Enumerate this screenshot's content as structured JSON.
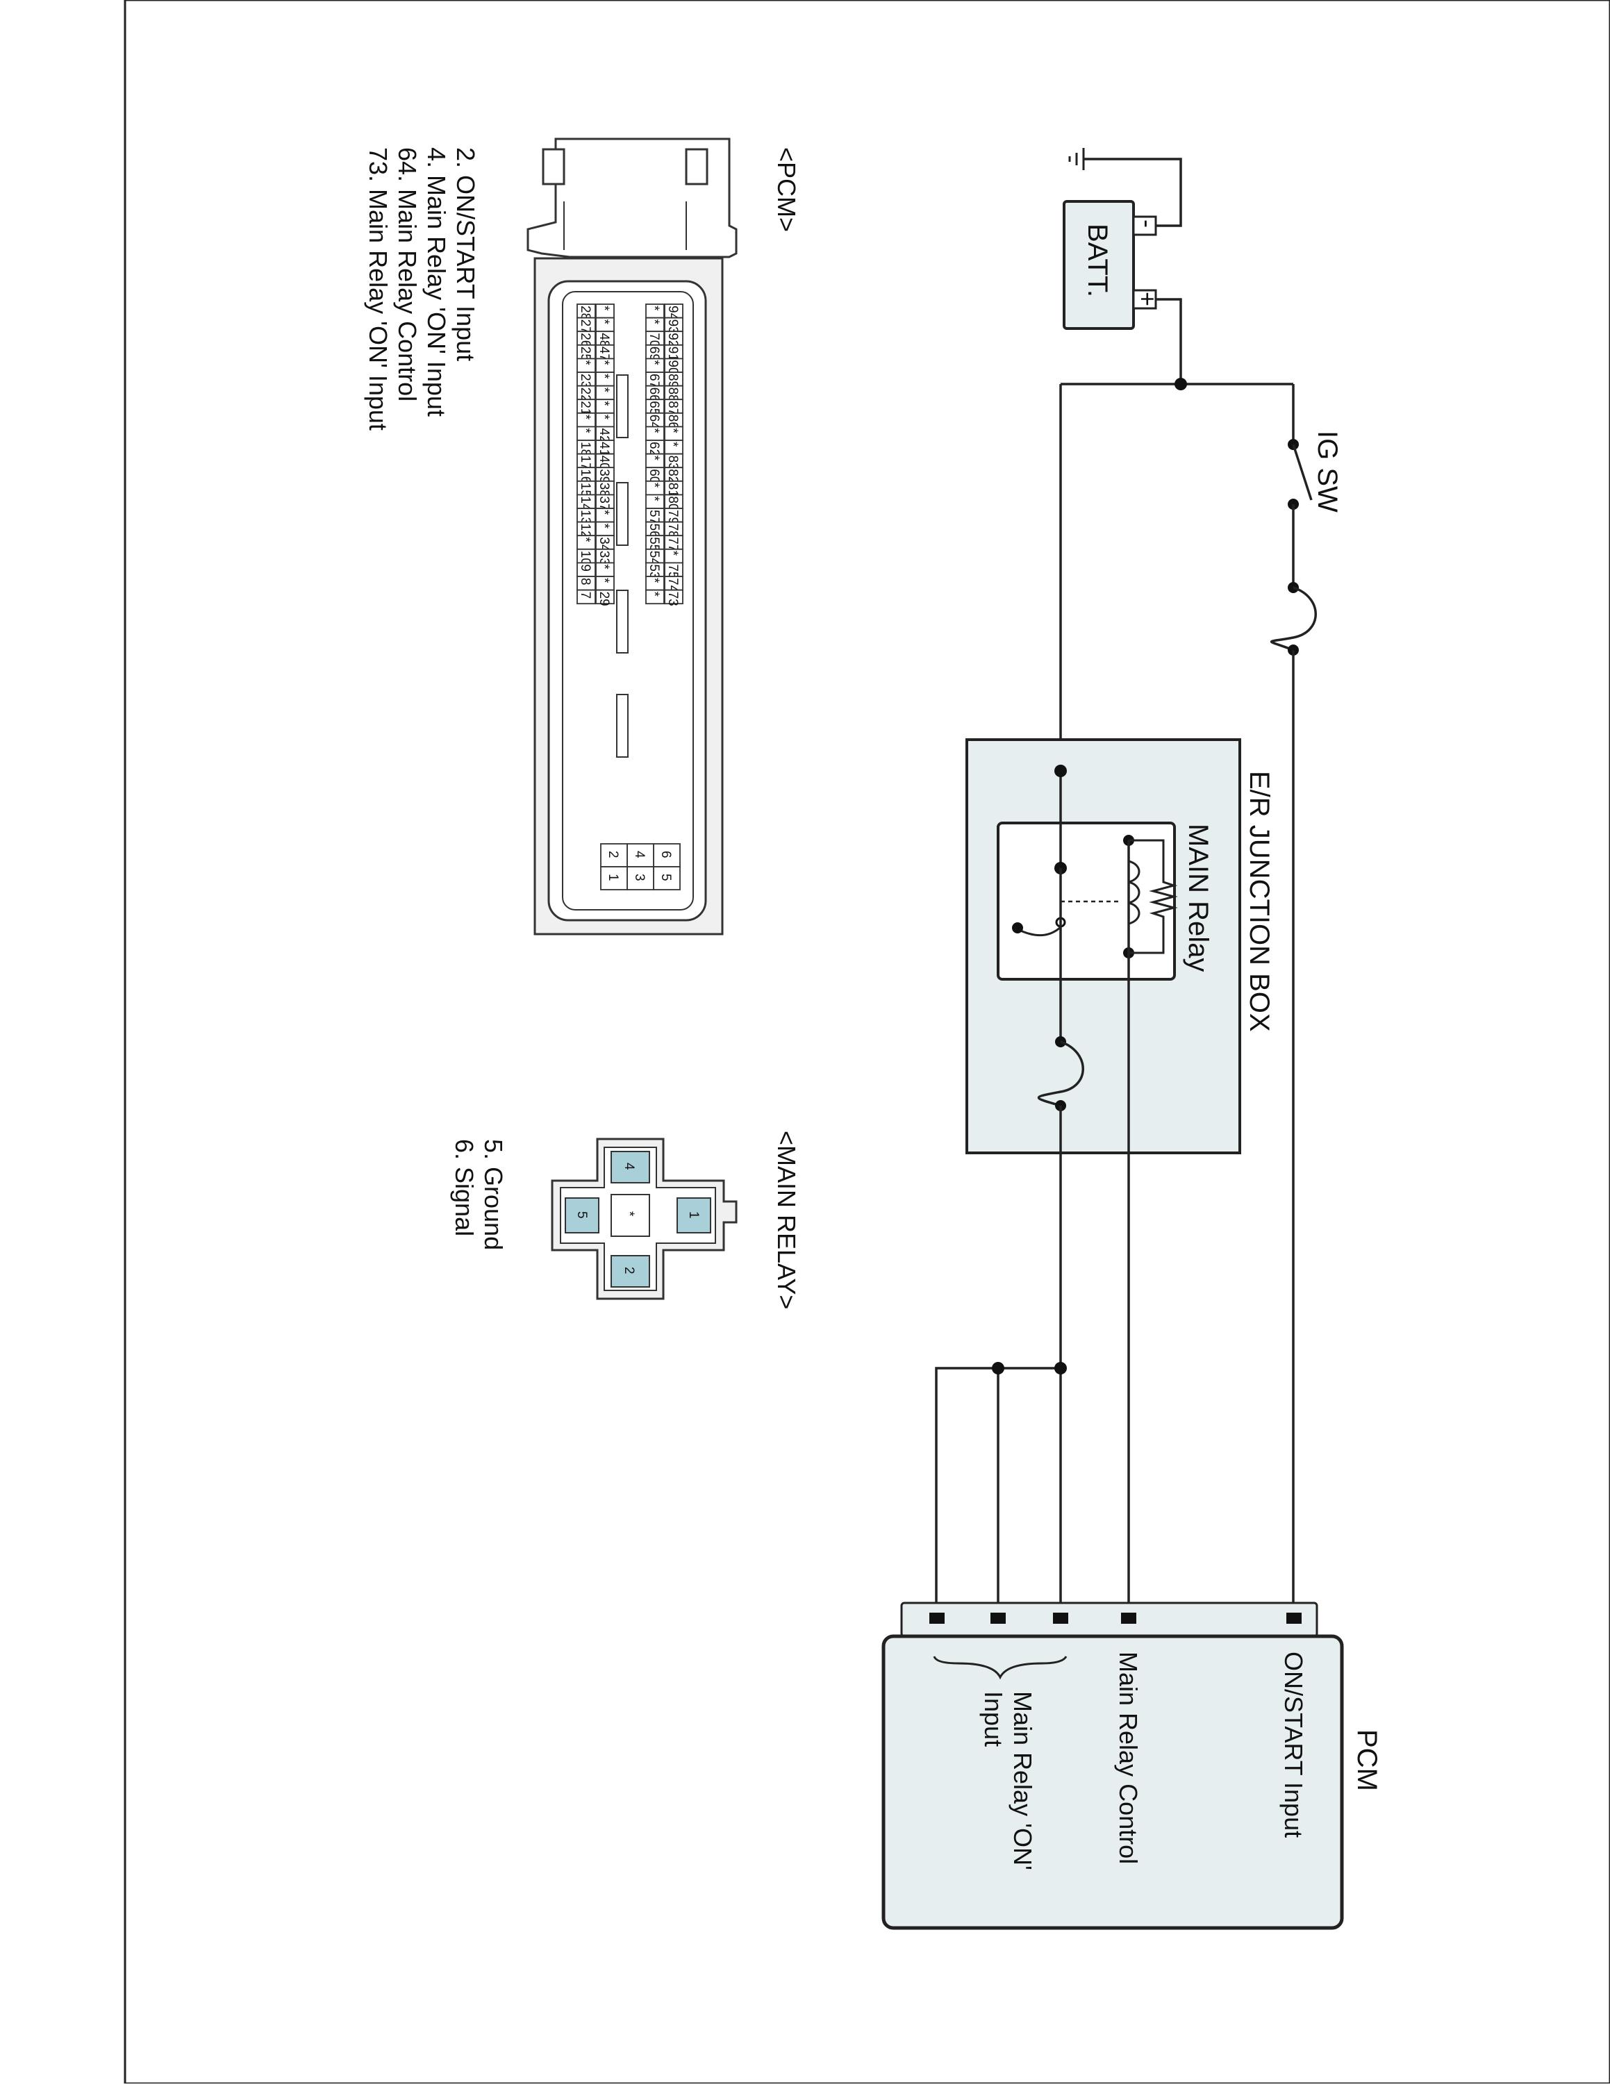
{
  "diagram": {
    "labels": {
      "ig_sw": "IG SW",
      "batt": "BATT.",
      "batt_minus": "-",
      "batt_plus": "+",
      "junction_box": "E/R JUNCTION BOX",
      "main_relay": "MAIN Relay",
      "pcm_title": "PCM",
      "pcm_on_start": "ON/START Input",
      "pcm_relay_control": "Main Relay Control",
      "pcm_relay_on_line1": "Main Relay 'ON'",
      "pcm_relay_on_line2": "Input"
    }
  },
  "pcm_connector": {
    "title": "<PCM>",
    "legend": [
      "2. ON/START Input",
      "4. Main Relay 'ON' Input",
      "64. Main Relay Control",
      "73. Main Relay 'ON' Input"
    ],
    "highlighted_pins": [
      "73",
      "64",
      "2",
      "4"
    ],
    "rows": [
      [
        "94",
        "93",
        "92",
        "91",
        "90",
        "89",
        "88",
        "87",
        "86",
        "*",
        "*",
        "83",
        "82",
        "81",
        "80",
        "79",
        "78",
        "77",
        "*",
        "75",
        "74",
        "73"
      ],
      [
        "*",
        "*",
        "70",
        "69",
        "*",
        "67",
        "66",
        "65",
        "64",
        "*",
        "62",
        "*",
        "60",
        "*",
        "*",
        "57",
        "56",
        "55",
        "54",
        "53",
        "*",
        "*"
      ],
      [
        "*",
        "*",
        "48",
        "47",
        "*",
        "*",
        "*",
        "*",
        "*",
        "42",
        "41",
        "40",
        "39",
        "38",
        "37",
        "*",
        "*",
        "34",
        "33",
        "*",
        "*",
        "29"
      ],
      [
        "28",
        "27",
        "26",
        "25",
        "*",
        "23",
        "22",
        "21",
        "*",
        "*",
        "18",
        "17",
        "16",
        "15",
        "14",
        "13",
        "12",
        "*",
        "10",
        "9",
        "8",
        "7"
      ]
    ],
    "small_block": [
      [
        "6",
        "5"
      ],
      [
        "4",
        "3"
      ],
      [
        "2",
        "1"
      ]
    ]
  },
  "relay_connector": {
    "title": "<MAIN RELAY>",
    "legend": [
      "5. Ground",
      "6. Signal"
    ],
    "pins": [
      "1",
      "2",
      "4",
      "5",
      "*"
    ]
  },
  "colors": {
    "highlight": "#a9cfd9",
    "box_fill": "#e7eef0"
  }
}
